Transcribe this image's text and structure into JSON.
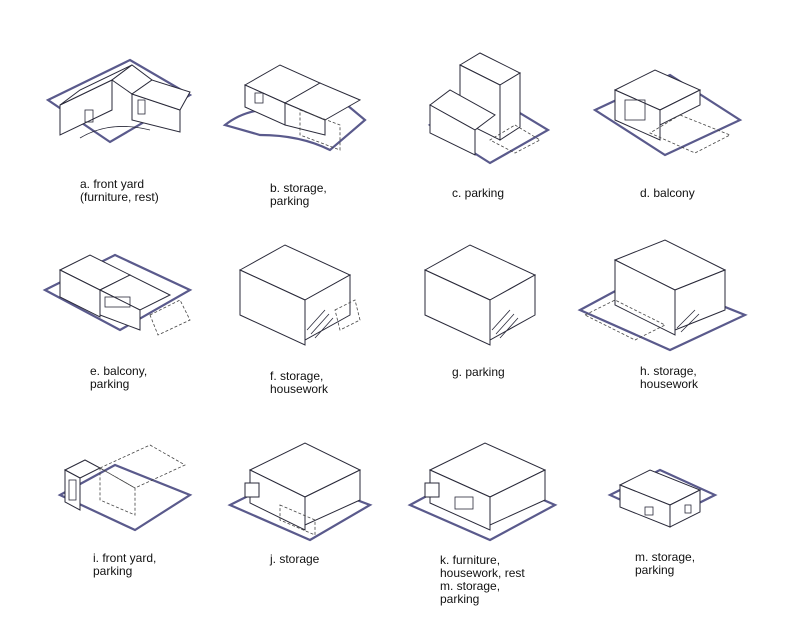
{
  "figures": [
    {
      "id": "a",
      "caption": "a. front yard\n(furniture, rest)"
    },
    {
      "id": "b",
      "caption": "b. storage,\nparking"
    },
    {
      "id": "c",
      "caption": "c. parking"
    },
    {
      "id": "d",
      "caption": "d. balcony"
    },
    {
      "id": "e",
      "caption": "e. balcony,\nparking"
    },
    {
      "id": "f",
      "caption": "f. storage,\nhousework"
    },
    {
      "id": "g",
      "caption": "g. parking"
    },
    {
      "id": "h",
      "caption": "h. storage,\nhousework"
    },
    {
      "id": "i",
      "caption": "i. front yard,\nparking"
    },
    {
      "id": "j",
      "caption": "j. storage"
    },
    {
      "id": "k",
      "caption": "k. furniture,\nhousework, rest\nm. storage,\nparking"
    },
    {
      "id": "m",
      "caption": "m. storage,\nparking"
    }
  ]
}
